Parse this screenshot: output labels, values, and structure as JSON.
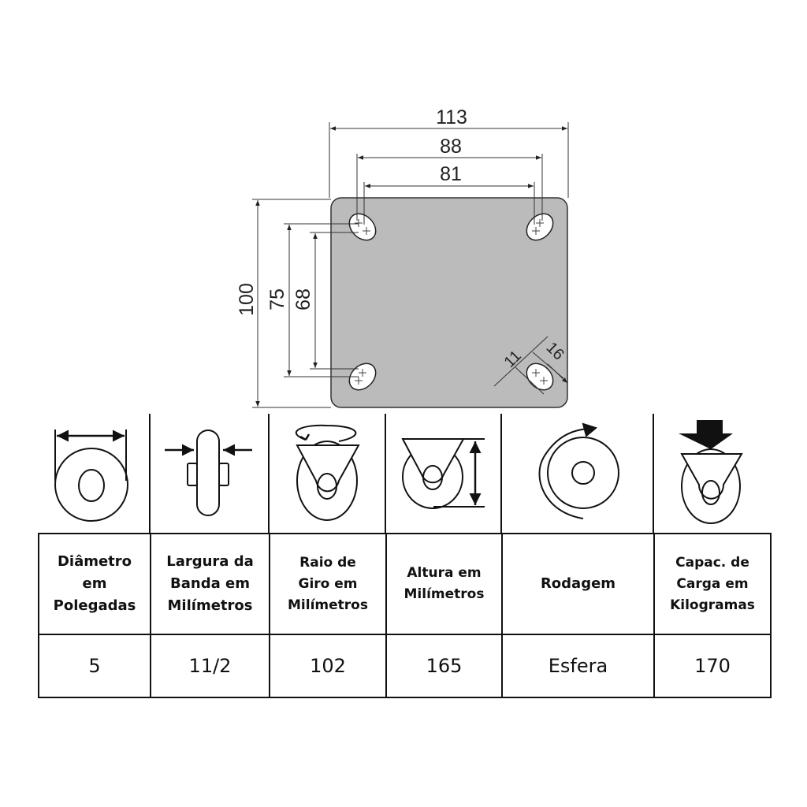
{
  "plate": {
    "dimensions": {
      "width_total": "113",
      "hole_outer_x": "88",
      "hole_inner_x": "81",
      "height_total": "100",
      "hole_outer_y": "75",
      "hole_inner_y": "68",
      "slot_width": "11",
      "slot_length": "16"
    },
    "fill_color": "#bbbbbb"
  },
  "icons": [
    "wheel-diameter-icon",
    "tread-width-icon",
    "swivel-radius-icon",
    "height-icon",
    "bearing-icon",
    "load-capacity-icon"
  ],
  "table": {
    "headers": [
      [
        "Diâmetro",
        "em",
        "Polegadas"
      ],
      [
        "Largura da",
        "Banda em",
        "Milímetros"
      ],
      [
        "Raio de",
        "Giro em",
        "Milímetros"
      ],
      [
        "Altura em",
        "Milímetros"
      ],
      [
        "Rodagem"
      ],
      [
        "Capac. de",
        "Carga em",
        "Kilogramas"
      ]
    ],
    "values": [
      "5",
      "11/2",
      "102",
      "165",
      "Esfera",
      "170"
    ]
  }
}
